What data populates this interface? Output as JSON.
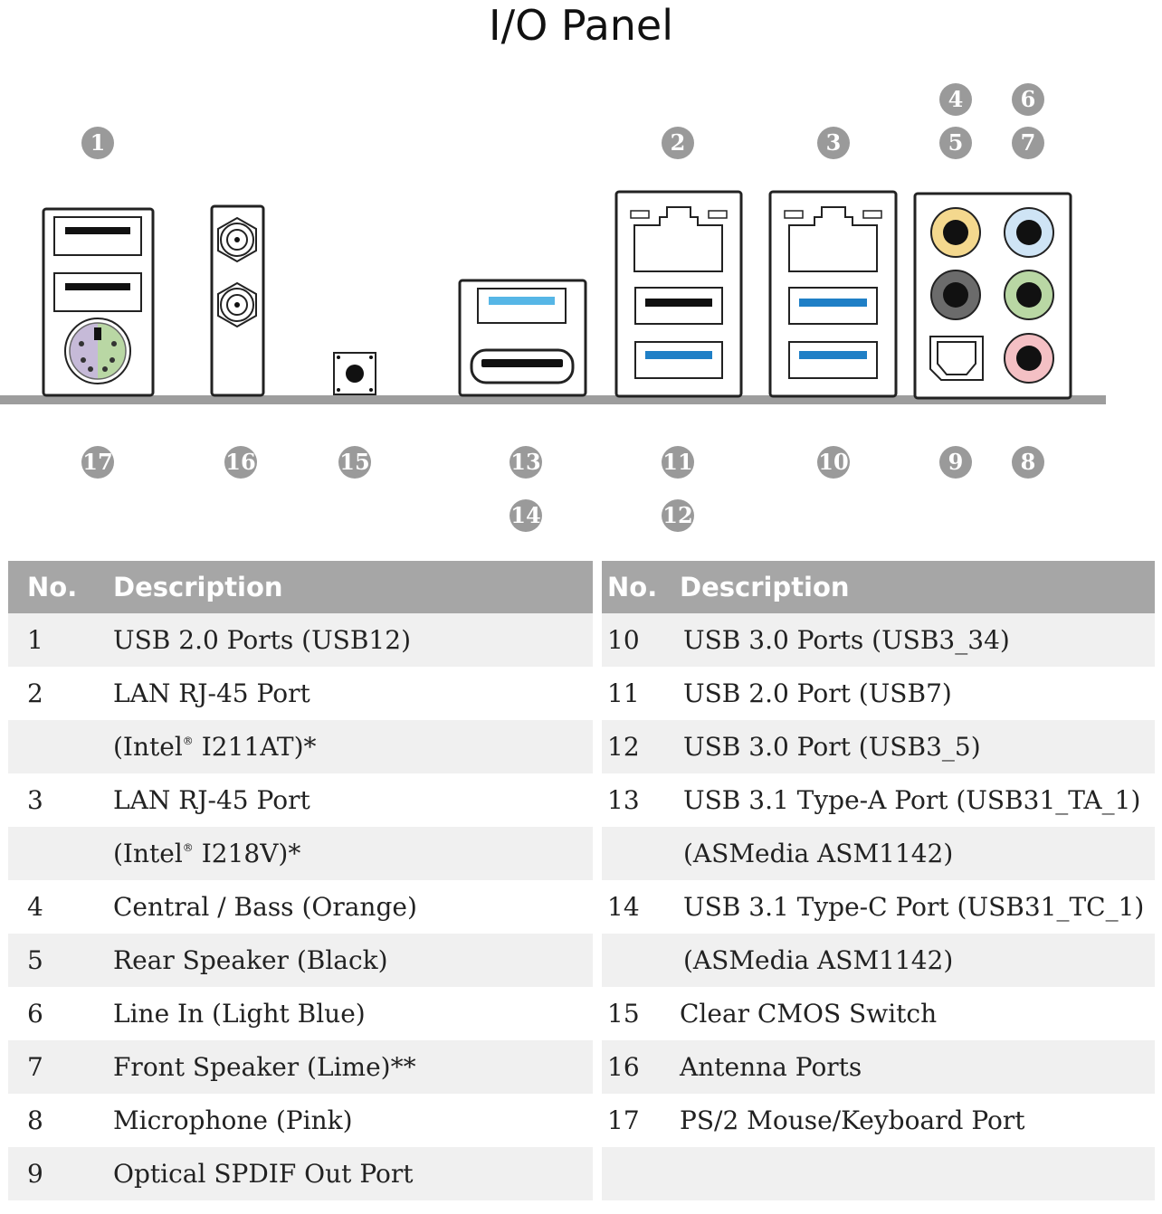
{
  "title": "I/O Panel",
  "callouts_top": {
    "c1": "1",
    "c2": "2",
    "c3": "3",
    "c4": "4",
    "c5": "5",
    "c6": "6",
    "c7": "7"
  },
  "callouts_bottom": {
    "c8": "8",
    "c9": "9",
    "c10": "10",
    "c11": "11",
    "c12": "12",
    "c13": "13",
    "c14": "14",
    "c15": "15",
    "c16": "16",
    "c17": "17"
  },
  "colors": {
    "callout": "#9a9a9a",
    "header": "#a6a6a6",
    "row_stripe": "#f0f0f0",
    "usb3_blue": "#1f7fc6",
    "usb31_light_blue": "#56b6e6",
    "audio_orange": "#f4d88e",
    "audio_black": "#6b6b6b",
    "audio_light_blue": "#cfe4f5",
    "audio_lime": "#b9d7a4",
    "audio_pink": "#f4c0c4",
    "ps2_purple": "#c6bad8",
    "ps2_green": "#b9d7a4"
  },
  "table_left": {
    "header": {
      "no": "No.",
      "desc": "Description"
    },
    "rows": [
      {
        "no": "1",
        "desc": "USB 2.0 Ports (USB12)"
      },
      {
        "no": "2",
        "desc": "LAN RJ-45 Port"
      },
      {
        "no": "",
        "desc_pre": "(Intel",
        "desc_sup": "®",
        "desc_post": " I211AT)*"
      },
      {
        "no": "3",
        "desc": "LAN RJ-45 Port"
      },
      {
        "no": "",
        "desc_pre": "(Intel",
        "desc_sup": "®",
        "desc_post": " I218V)*"
      },
      {
        "no": "4",
        "desc": "Central / Bass (Orange)"
      },
      {
        "no": "5",
        "desc": "Rear Speaker (Black)"
      },
      {
        "no": "6",
        "desc": "Line In (Light Blue)"
      },
      {
        "no": "7",
        "desc": "Front Speaker (Lime)**"
      },
      {
        "no": "8",
        "desc": "Microphone (Pink)"
      },
      {
        "no": "9",
        "desc": "Optical SPDIF Out Port"
      }
    ]
  },
  "table_right": {
    "header": {
      "no": "No.",
      "desc": "Description"
    },
    "rows": [
      {
        "no": "10",
        "desc": "USB 3.0 Ports (USB3_34)"
      },
      {
        "no": "11",
        "desc": "USB 2.0 Port (USB7)"
      },
      {
        "no": "12",
        "desc": "USB 3.0 Port (USB3_5)"
      },
      {
        "no": "13",
        "desc": "USB 3.1 Type-A Port (USB31_TA_1)"
      },
      {
        "no": "",
        "desc": "(ASMedia ASM1142)"
      },
      {
        "no": "14",
        "desc": "USB 3.1 Type-C Port (USB31_TC_1)"
      },
      {
        "no": "",
        "desc": "(ASMedia ASM1142)"
      },
      {
        "no": "15",
        "desc": "Clear CMOS Switch"
      },
      {
        "no": "16",
        "desc": "Antenna Ports"
      },
      {
        "no": "17",
        "desc": "PS/2 Mouse/Keyboard Port"
      },
      {
        "no": "",
        "desc": ""
      }
    ]
  }
}
